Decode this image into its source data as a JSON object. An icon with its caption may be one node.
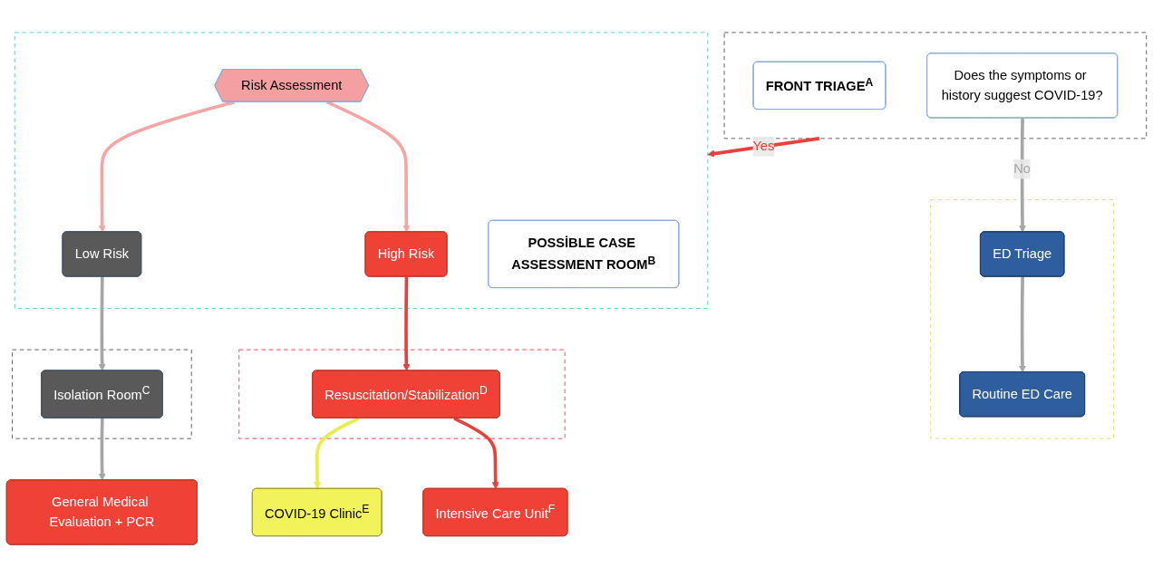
{
  "diagram": {
    "nodes": [
      {
        "text": [],
        "shape": "box"
      },
      {
        "text": [
          "FRONT TRIAGE$^{A}$"
        ],
        "in": 0
      },
      {
        "text": [
          "Does the symptoms or history suggest COVID-19?"
        ],
        "in": 0
      },
      {
        "text": [],
        "shape": "box"
      },
      {
        "text": [
          "POSSİBLE CASE ASSESSMENT ROOM$^{B}$"
        ],
        "in": 3
      },
      {
        "text": [
          "High Risk"
        ],
        "in": 3
      },
      {
        "text": [
          "Risk Assessment"
        ],
        "in": 3
      },
      {
        "text": [
          "Low Risk"
        ],
        "in": 3
      },
      {
        "text": [],
        "shape": "box"
      },
      {
        "text": [
          "ED Triage"
        ],
        "in": 8
      },
      {
        "text": [
          "Routine ED Care"
        ],
        "in": 8
      },
      {
        "text": [],
        "shape": "box"
      },
      {
        "text": [
          "Resuscitation/Stabilization$^{D}$"
        ],
        "in": 11
      },
      {
        "text": [
          "Intensive Care Unit$^{F}$"
        ]
      },
      {
        "text": [
          "COVID-19 Clinic$^{E}$"
        ]
      },
      {
        "text": [],
        "shape": "box"
      },
      {
        "text": [
          "Isolation Room$^{C}$"
        ],
        "in": 15
      },
      {
        "text": [
          "General Medical Evaluation + PCR"
        ]
      }
    ],
    "edges": [
      {
        "from": 0,
        "to": 3,
        "arrow": "to",
        "label": "Yes",
        "color": "#e8403a"
      },
      {
        "from": 2,
        "to": 9,
        "arrow": "to",
        "label": "No"
      },
      {
        "from": 6,
        "to": 5,
        "arrow": "to",
        "color": "#f4a6a6"
      },
      {
        "from": 6,
        "to": 7,
        "arrow": "to",
        "color": "#f4a6a6"
      },
      {
        "from": 9,
        "to": 10,
        "arrow": "to"
      },
      {
        "from": 5,
        "to": 12,
        "arrow": "to",
        "color": "#e8403a"
      },
      {
        "from": 7,
        "to": 16,
        "arrow": "to"
      },
      {
        "from": 12,
        "to": 13,
        "arrow": "to",
        "color": "#e8403a"
      },
      {
        "from": 12,
        "to": 14,
        "arrow": "to",
        "color": "#e8ec4a"
      },
      {
        "from": 16,
        "to": 17,
        "arrow": "to"
      }
    ]
  }
}
